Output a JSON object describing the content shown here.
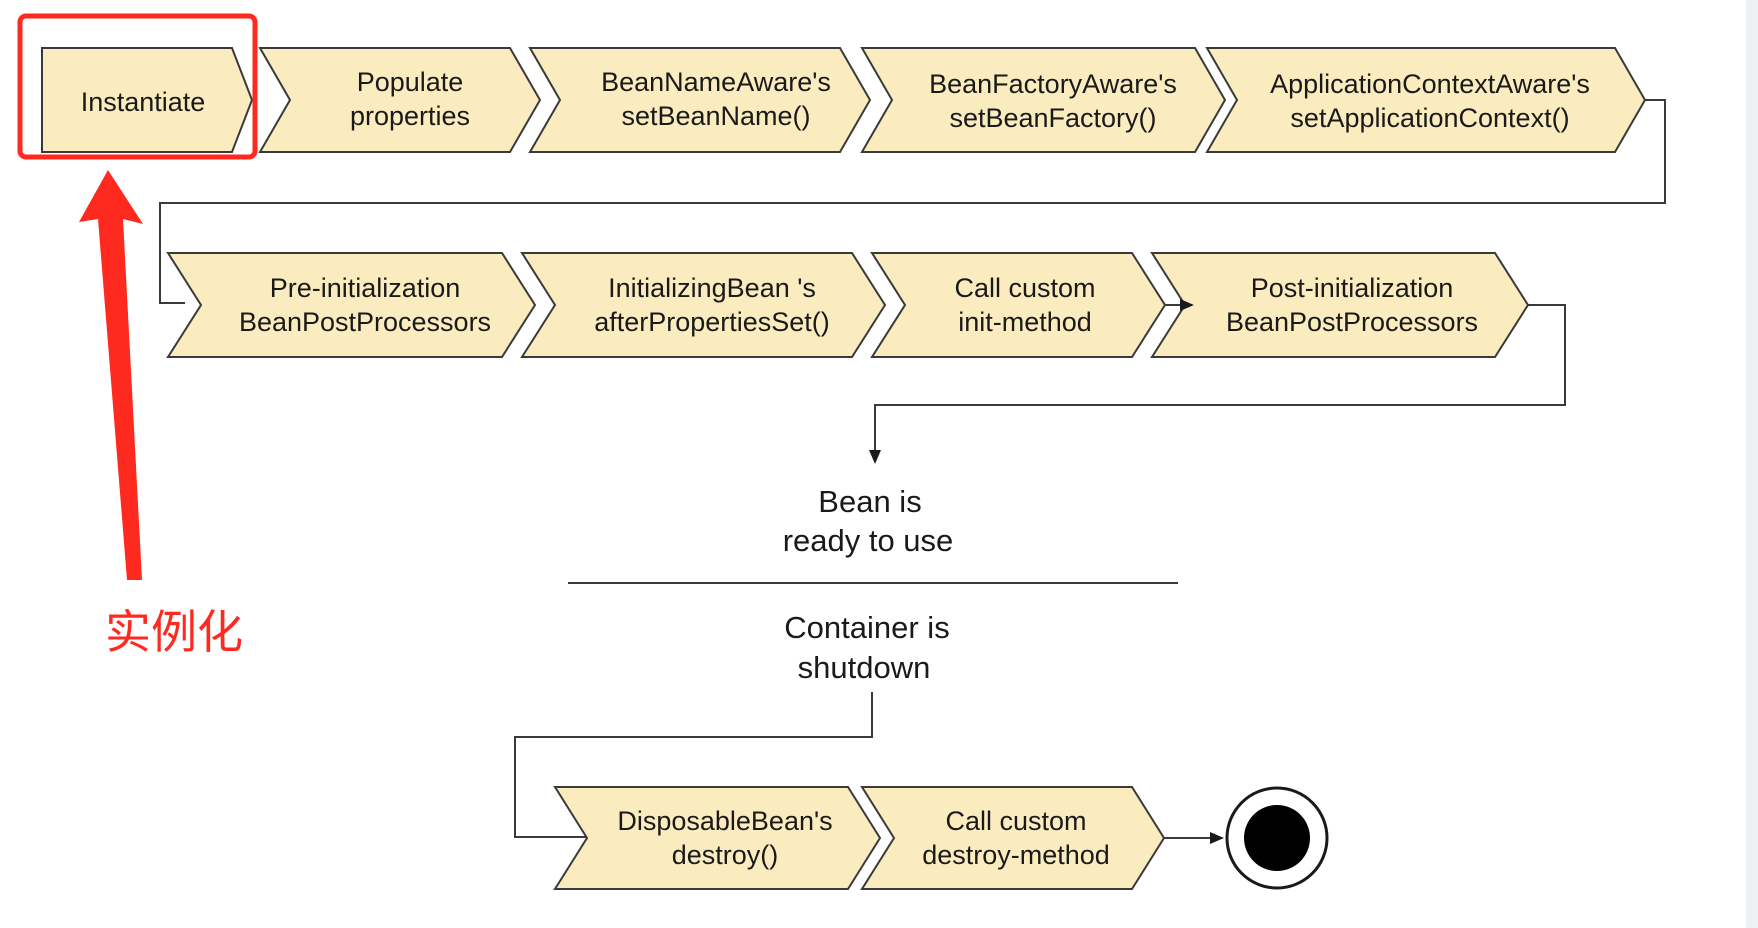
{
  "steps_row1": [
    {
      "lines": [
        "Instantiate"
      ]
    },
    {
      "lines": [
        "Populate",
        "properties"
      ]
    },
    {
      "lines": [
        "BeanNameAware's",
        "setBeanName()"
      ]
    },
    {
      "lines": [
        "BeanFactoryAware's",
        "setBeanFactory()"
      ]
    },
    {
      "lines": [
        "ApplicationContextAware's",
        "setApplicationContext()"
      ]
    }
  ],
  "steps_row2": [
    {
      "lines": [
        "Pre-initialization",
        "BeanPostProcessors"
      ]
    },
    {
      "lines": [
        "InitializingBean 's",
        "afterPropertiesSet()"
      ]
    },
    {
      "lines": [
        "Call custom",
        "init-method"
      ]
    },
    {
      "lines": [
        "Post-initialization",
        "BeanPostProcessors"
      ]
    }
  ],
  "steps_row3": [
    {
      "lines": [
        "DisposableBean's",
        "destroy()"
      ]
    },
    {
      "lines": [
        "Call custom",
        "destroy-method"
      ]
    }
  ],
  "states": {
    "ready": [
      "Bean is",
      "ready to use"
    ],
    "shutdown": [
      "Container is",
      "shutdown"
    ]
  },
  "annotation": {
    "label": "实例化",
    "color": "#ff2a1f"
  },
  "colors": {
    "step_fill": "#fbecbf",
    "stroke": "#3a3a3a"
  }
}
